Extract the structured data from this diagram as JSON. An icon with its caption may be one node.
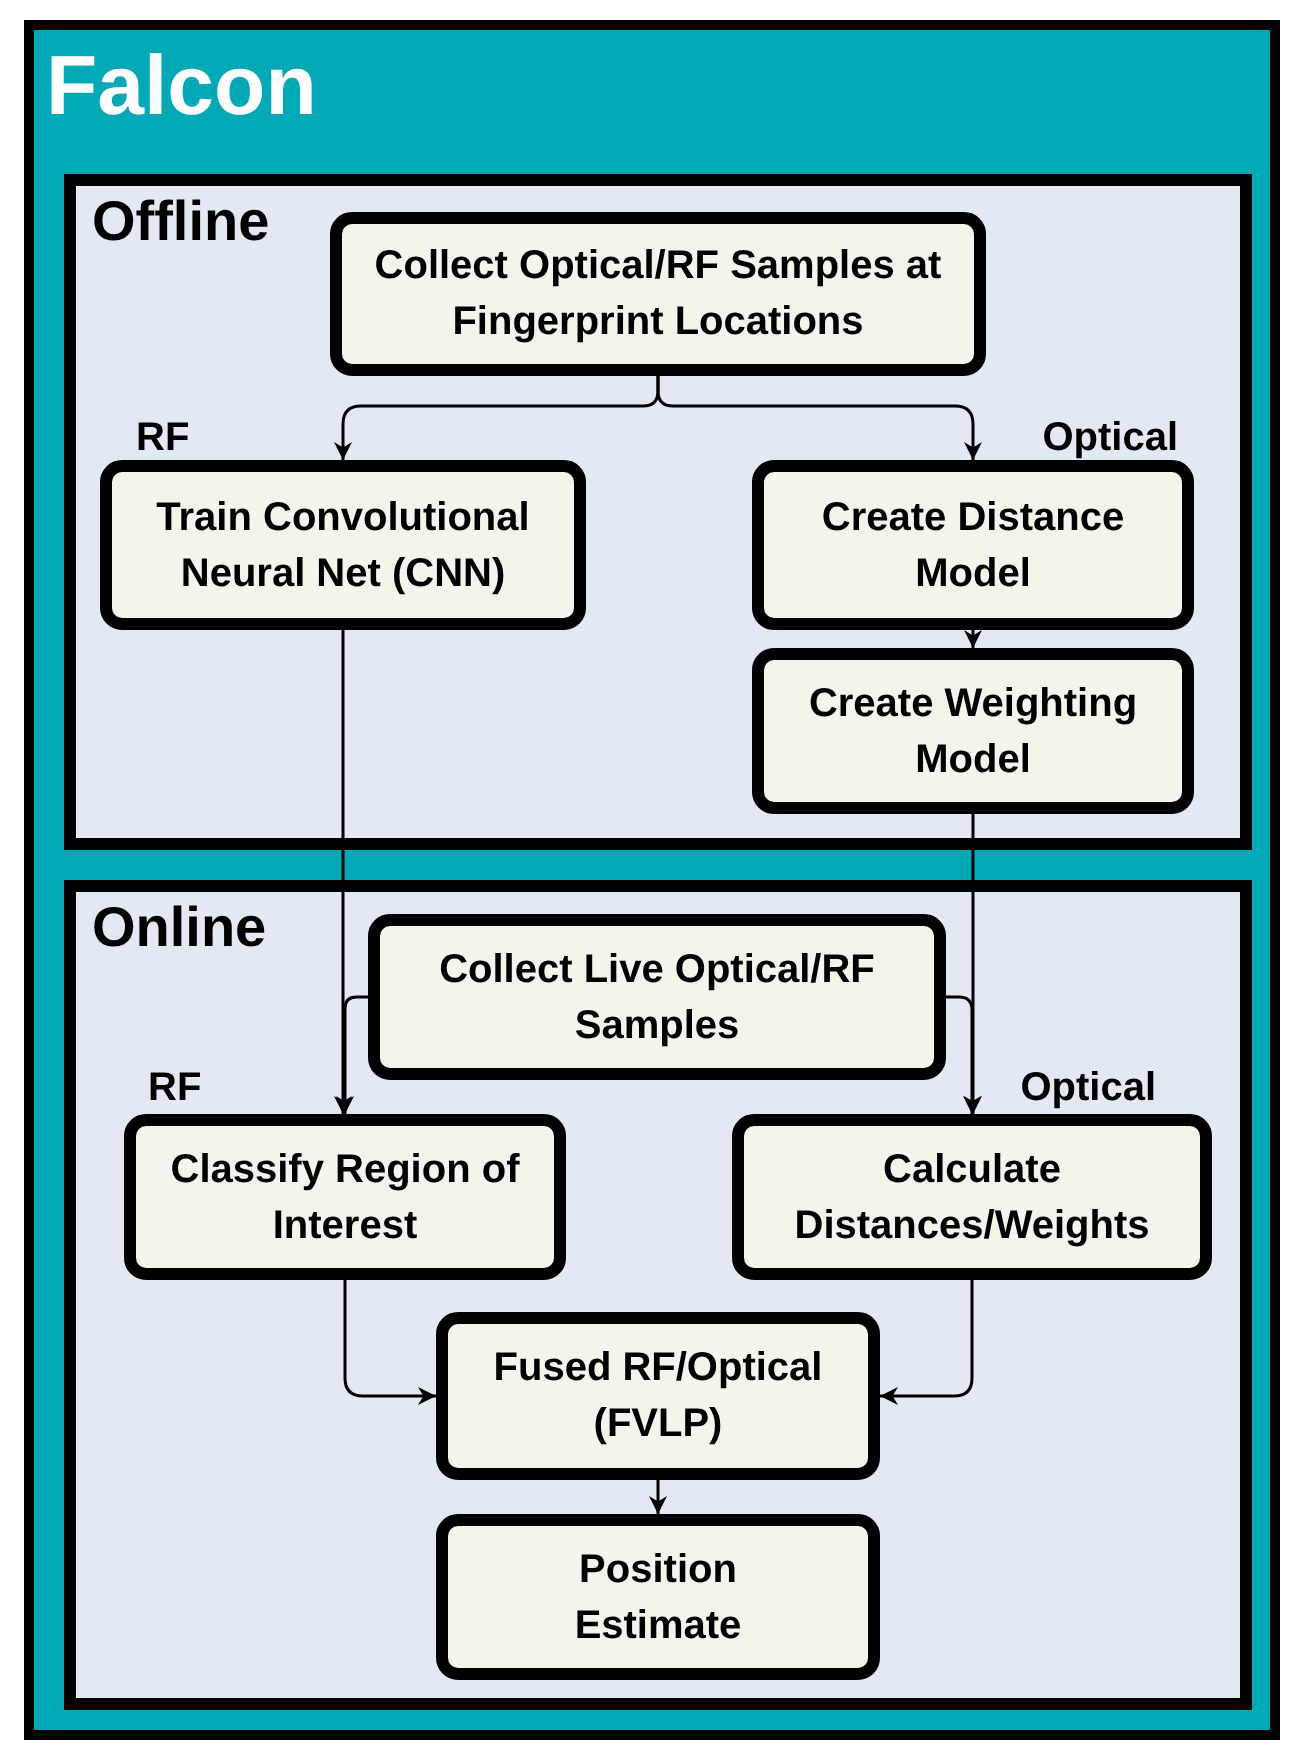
{
  "diagram": {
    "nodes": [
      {
        "text": [
          "Falcon"
        ]
      },
      {
        "text": [
          "Offline"
        ],
        "in": 0
      },
      {
        "text": [
          "Collect Optical/RF Samples at Fingerprint Locations"
        ],
        "in": 1
      },
      {
        "text": [
          "Train Convolutional Neural Net (CNN)"
        ],
        "in": 1,
        "beside": [
          "RF"
        ]
      },
      {
        "text": [
          "Create Distance Model"
        ],
        "in": 1,
        "beside": [
          "Optical"
        ]
      },
      {
        "text": [
          "Create Weighting Model"
        ],
        "in": 1
      },
      {
        "text": [
          "Online"
        ],
        "in": 0
      },
      {
        "text": [
          "Collect Live Optical/RF Samples"
        ],
        "in": 6
      },
      {
        "text": [
          "Classify Region of Interest"
        ],
        "in": 6,
        "beside": [
          "RF"
        ]
      },
      {
        "text": [
          "Calculate Distances/Weights"
        ],
        "in": 6,
        "beside": [
          "Optical"
        ]
      },
      {
        "text": [
          "Fused RF/Optical (FVLP)"
        ],
        "in": 6
      },
      {
        "text": [
          "Position Estimate"
        ],
        "in": 6
      }
    ],
    "edges": [
      {
        "from": 2,
        "to": 3,
        "arrow": "to"
      },
      {
        "from": 2,
        "to": 4,
        "arrow": "to"
      },
      {
        "from": 4,
        "to": 5,
        "arrow": "to"
      },
      {
        "from": 3,
        "to": 8,
        "arrow": "to"
      },
      {
        "from": 7,
        "to": 8,
        "arrow": "to"
      },
      {
        "from": 5,
        "to": 9,
        "arrow": "to"
      },
      {
        "from": 7,
        "to": 9,
        "arrow": "to"
      },
      {
        "from": 8,
        "to": 10,
        "arrow": "to"
      },
      {
        "from": 9,
        "to": 10,
        "arrow": "to"
      },
      {
        "from": 10,
        "to": 11,
        "arrow": "to"
      }
    ]
  }
}
